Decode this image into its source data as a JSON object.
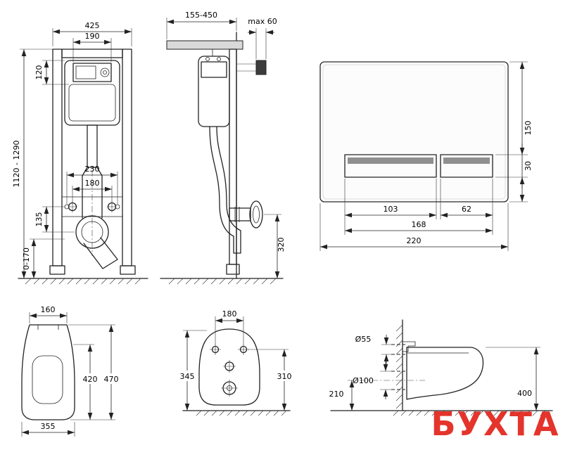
{
  "drawing": {
    "frame_front": {
      "width": "425",
      "service_window_width": "190",
      "service_window_height": "120",
      "height_range": "1120 - 1290",
      "fixing_spacing_outer": "230",
      "fixing_spacing_inner": "180",
      "outlet_offset": "135",
      "foot_adjust_range": "0-170"
    },
    "frame_side": {
      "install_depth_range": "155-450",
      "wall_max": "max 60",
      "outlet_height": "320"
    },
    "flush_plate": {
      "height": "150",
      "button_height": "30",
      "button_large_width": "103",
      "button_small_width": "62",
      "buttons_width": "168",
      "width": "220"
    },
    "bowl_plan": {
      "back_width": "160",
      "inner_depth": "420",
      "overall_depth": "470",
      "overall_width": "355"
    },
    "bowl_rear": {
      "fixing_spacing": "180",
      "height_overall": "345",
      "height_fixings": "310"
    },
    "bowl_side": {
      "inlet_diameter": "Ø55",
      "outlet_diameter": "Ø100",
      "outlet_height": "210",
      "rim_height": "400"
    }
  },
  "watermark": {
    "text": "БУХТА",
    "color": "#e2231a"
  }
}
